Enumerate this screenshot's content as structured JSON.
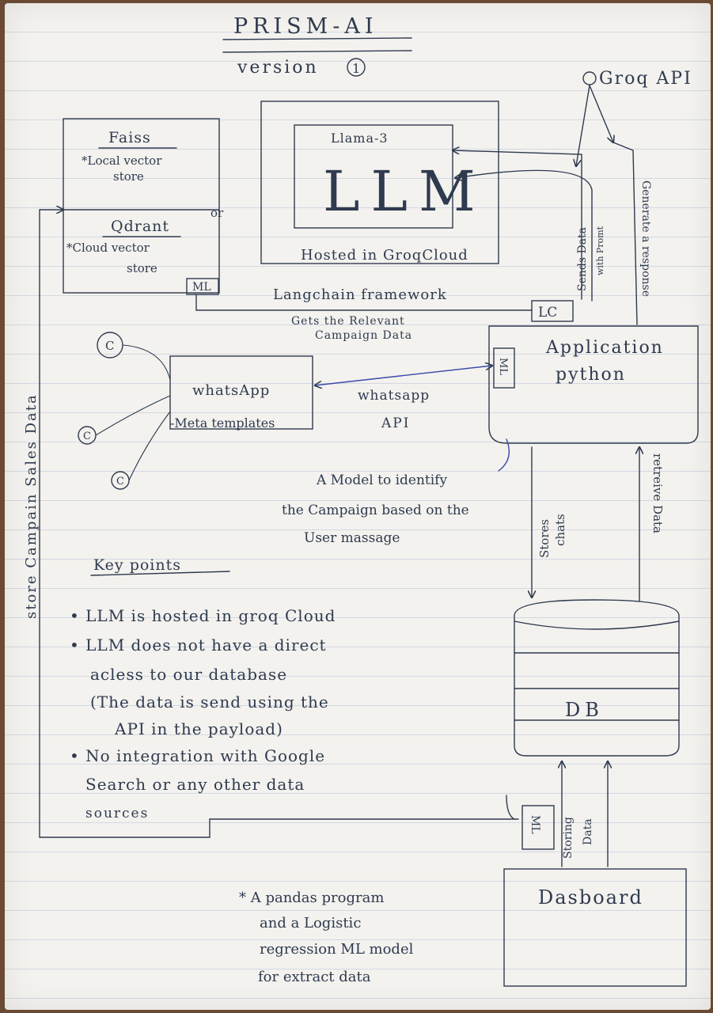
{
  "title": "PRISM-AI",
  "version": "version",
  "version_number": "1",
  "groq": "Groq API",
  "faiss": "Faiss",
  "faiss_desc": [
    "*Local vector",
    "store"
  ],
  "or": "or",
  "qdrant": "Qdrant",
  "qdrant_desc": [
    "*Cloud vector",
    "store"
  ],
  "ml_badge": "ML",
  "llm_model": "Llama-3",
  "llm": "LLM",
  "hosted": "Hosted in GroqCloud",
  "langchain": "Langchain framework",
  "lc_badge": "LC",
  "gets_data": [
    "Gets the Relevant",
    "Campaign Data"
  ],
  "sends_data": [
    "Sends Data",
    "with Promt"
  ],
  "generate": "Generate a response",
  "app": [
    "Application",
    "python"
  ],
  "customer": "C",
  "whatsapp": [
    "whatsApp",
    "-Meta templates"
  ],
  "whatsapp_api": [
    "whatsapp",
    "API"
  ],
  "model_note": [
    "A Model to identify",
    "the Campaign based on the",
    "User massage"
  ],
  "side_label": "store Campain Sales Data",
  "stores_chats": [
    "Stores",
    "chats"
  ],
  "retrieve": "retreive Data",
  "db": "DB",
  "key_points_title": "Key points",
  "key_points": [
    "• LLM is hosted in groq Cloud",
    "• LLM does not have a direct",
    "acless to our database",
    "(The data is send using the",
    "API in the payload)",
    "• No integration with Google",
    "Search or any other data",
    "sources"
  ],
  "storing": [
    "Storing",
    "Data"
  ],
  "dashboard": "Dasboard",
  "pandas_note": [
    "* A pandas program",
    "and a Logistic",
    "regression ML model",
    "for extract data"
  ]
}
